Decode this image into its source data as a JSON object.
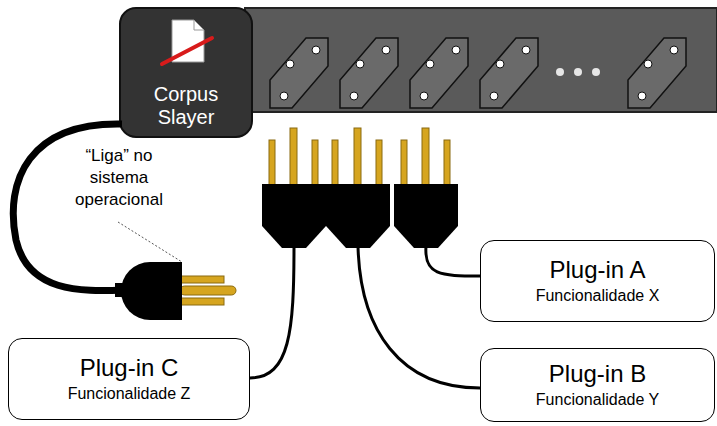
{
  "diagram": {
    "nodes": [
      {
        "text": [
          "Corpus Slayer"
        ]
      },
      {
        "text": [
          "Plug-in A",
          "Funcionalidade X"
        ]
      },
      {
        "text": [
          "Plug-in C",
          "Funcionalidade Z"
        ]
      },
      {
        "text": [
          "Plug-in B",
          "Funcionalidade Y"
        ]
      }
    ],
    "labels": [
      "“Liga” no sistema operacional"
    ]
  }
}
